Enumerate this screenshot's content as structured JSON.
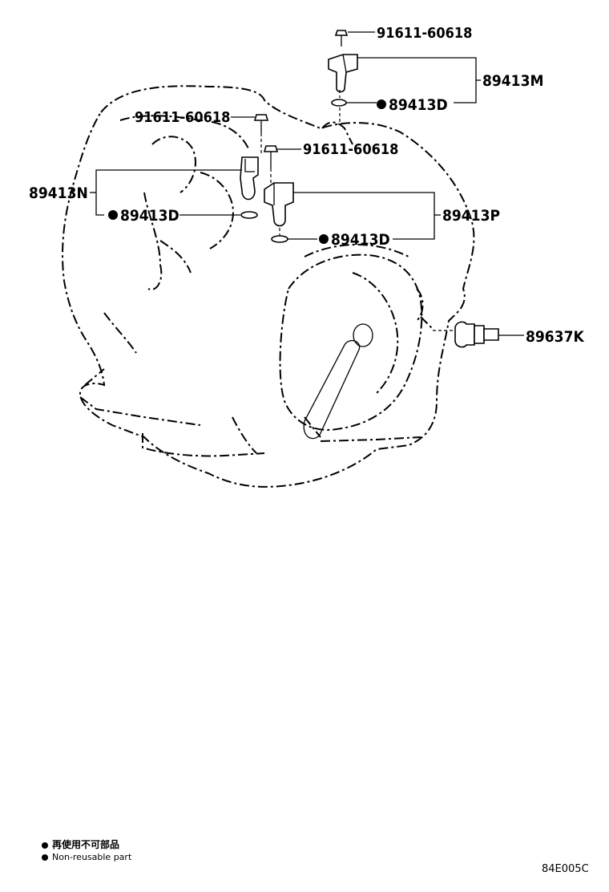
{
  "parts": {
    "bolt_top": "91611-60618",
    "bolt_left": "91611-60618",
    "bolt_mid": "91611-60618",
    "sensor_m": "89413M",
    "seal_m": "89413D",
    "sensor_n": "89413N",
    "seal_n": "89413D",
    "sensor_p": "89413P",
    "seal_p": "89413D",
    "sensor_k": "89637K"
  },
  "legend": {
    "jp": "再使用不可部品",
    "en": "Non-reusable part"
  },
  "diagram_code": "84E005C"
}
